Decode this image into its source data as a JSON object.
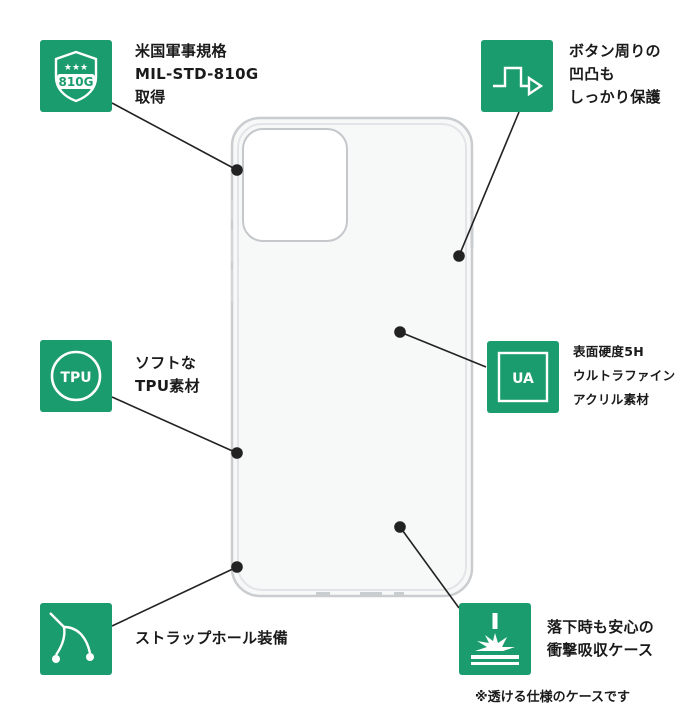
{
  "features": {
    "mil": {
      "icon": "shield-icon",
      "badge_text": "810G",
      "lines": [
        "米国軍事規格",
        "MIL-STD-810G",
        "取得"
      ]
    },
    "button": {
      "icon": "button-bump-icon",
      "lines": [
        "ボタン周りの",
        "凹凸も",
        "しっかり保護"
      ]
    },
    "tpu": {
      "icon": "tpu-circle-icon",
      "badge_text": "TPU",
      "lines": [
        "ソフトな",
        "TPU素材"
      ]
    },
    "acrylic": {
      "icon": "ua-square-icon",
      "badge_text": "UA",
      "lines": [
        "表面硬度5H",
        "ウルトラファイン",
        "アクリル素材"
      ]
    },
    "strap": {
      "icon": "strap-loop-icon",
      "lines": [
        "ストラップホール装備"
      ]
    },
    "shock": {
      "icon": "impact-burst-icon",
      "lines": [
        "落下時も安心の",
        "衝撃吸収ケース"
      ]
    }
  },
  "footnote": "※透ける仕様のケースです",
  "colors": {
    "accent": "#1a9c6e",
    "line": "#222222"
  }
}
